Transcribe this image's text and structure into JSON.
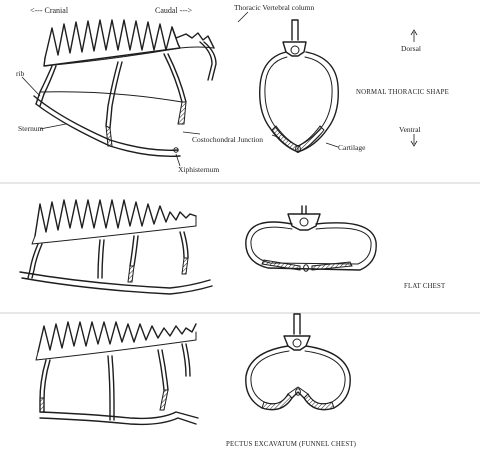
{
  "labels": {
    "cranial": "<--- Cranial",
    "caudal": "Caudal --->",
    "thoracic_vertebral_column": "Thoracic Vertebral column",
    "dorsal": "Dorsal",
    "rib": "rib",
    "sternum": "Sternum",
    "normal_thoracic_shape": "NORMAL THORACIC SHAPE",
    "ventral": "Ventral",
    "costochondral_junction": "Costochondral Junction",
    "cartilage": "Cartilage",
    "xiphisternum": "Xiphisternum",
    "flat_chest": "FLAT CHEST",
    "pectus_excavatum": "PECTUS EXCAVATUM (FUNNEL CHEST)"
  },
  "icons": {
    "dorsal_arrow": "arrow-up-icon",
    "ventral_arrow": "arrow-down-icon"
  },
  "colors": {
    "ink": "#1e1e1e",
    "background": "#ffffff"
  }
}
